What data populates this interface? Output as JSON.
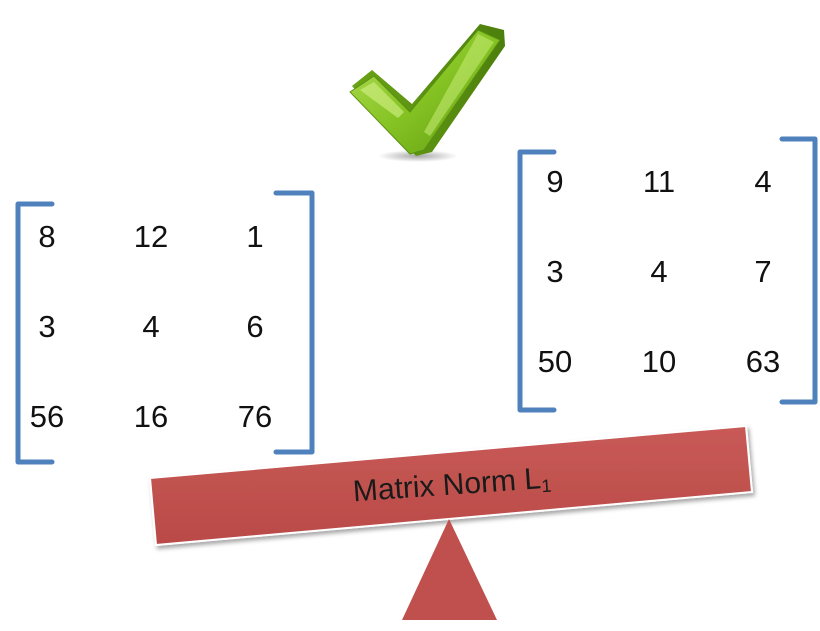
{
  "checkmark": {
    "icon": "checkmark-icon",
    "color": "#7cbf1e"
  },
  "left_matrix": {
    "rows": [
      [
        "8",
        "12",
        "1"
      ],
      [
        "3",
        "4",
        "6"
      ],
      [
        "56",
        "16",
        "76"
      ]
    ]
  },
  "right_matrix": {
    "rows": [
      [
        "9",
        "11",
        "4"
      ],
      [
        "3",
        "4",
        "7"
      ],
      [
        "50",
        "10",
        "63"
      ]
    ]
  },
  "beam": {
    "label": "Matrix Norm L",
    "subscript": "1",
    "color": "#c0504d"
  },
  "fulcrum": {
    "color": "#c0504d"
  },
  "bracket_color": "#4f81bd"
}
